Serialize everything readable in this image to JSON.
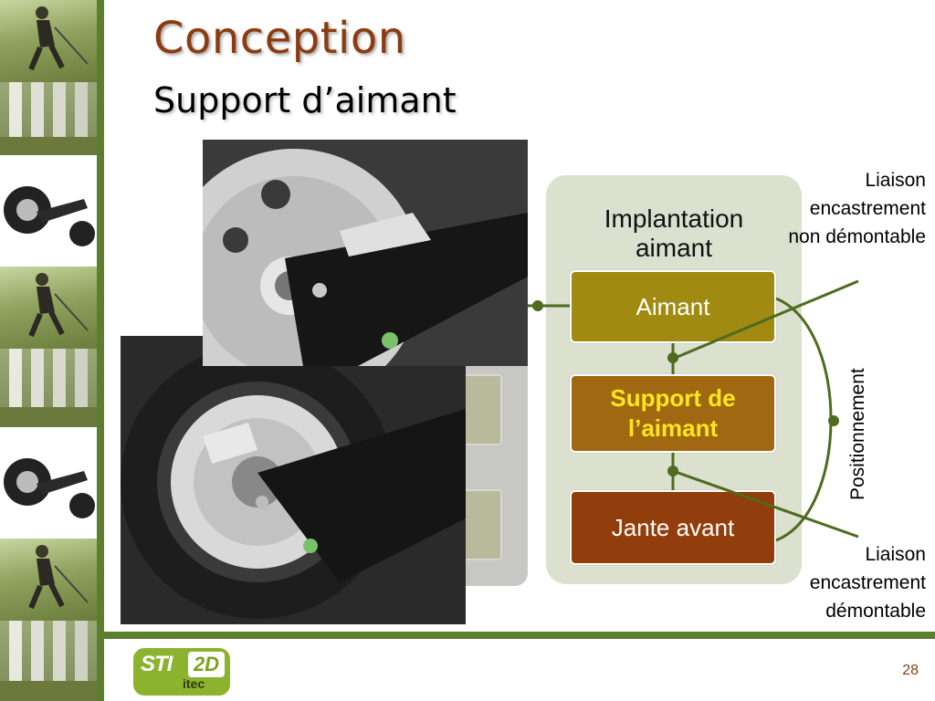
{
  "slide": {
    "title": "Conception",
    "subtitle": "Support d’aimant",
    "page_number": "28"
  },
  "diagram": {
    "group_label": "Implantation aimant",
    "blocks": {
      "aimant": "Aimant",
      "support": "Support de l’aimant",
      "jante": "Jante avant"
    },
    "annotations": {
      "liaison_top": "Liaison encastrement non démontable",
      "liaison_bottom": "Liaison encastrement démontable",
      "positionnement": "Positionnement"
    },
    "colors": {
      "aimant": "#a08a12",
      "support": "#a06810",
      "support_text": "#ffe61c",
      "jante": "#923d0c",
      "connector": "#4e6b1e"
    }
  },
  "logo": {
    "main": "STI",
    "badge": "2D",
    "sub": "itec"
  },
  "theme": {
    "title_color": "#8b3c10",
    "accent_green": "#5b7f2e"
  }
}
